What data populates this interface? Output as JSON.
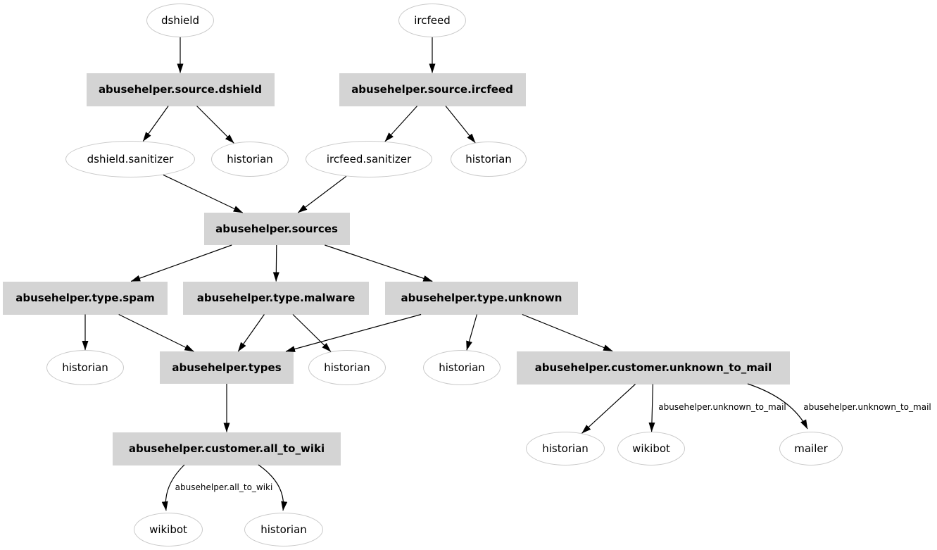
{
  "diagram": {
    "type": "directed-graph",
    "style": "graphviz-bot-network",
    "colors": {
      "background": "#ffffff",
      "box_fill": "#d4d4d4",
      "ellipse_fill": "#ffffff",
      "ellipse_border": "#c9c9c9",
      "edge": "#000000",
      "text": "#000000"
    },
    "nodes": [
      {
        "id": "dshield",
        "label": "dshield",
        "shape": "ellipse"
      },
      {
        "id": "ircfeed",
        "label": "ircfeed",
        "shape": "ellipse"
      },
      {
        "id": "src_dshield",
        "label": "abusehelper.source.dshield",
        "shape": "box"
      },
      {
        "id": "src_ircfeed",
        "label": "abusehelper.source.ircfeed",
        "shape": "box"
      },
      {
        "id": "dshield_sanitizer",
        "label": "dshield.sanitizer",
        "shape": "ellipse"
      },
      {
        "id": "historian1",
        "label": "historian",
        "shape": "ellipse"
      },
      {
        "id": "ircfeed_sanitizer",
        "label": "ircfeed.sanitizer",
        "shape": "ellipse"
      },
      {
        "id": "historian2",
        "label": "historian",
        "shape": "ellipse"
      },
      {
        "id": "sources",
        "label": "abusehelper.sources",
        "shape": "box"
      },
      {
        "id": "type_spam",
        "label": "abusehelper.type.spam",
        "shape": "box"
      },
      {
        "id": "type_malware",
        "label": "abusehelper.type.malware",
        "shape": "box"
      },
      {
        "id": "type_unknown",
        "label": "abusehelper.type.unknown",
        "shape": "box"
      },
      {
        "id": "historian3",
        "label": "historian",
        "shape": "ellipse"
      },
      {
        "id": "types",
        "label": "abusehelper.types",
        "shape": "box"
      },
      {
        "id": "historian4",
        "label": "historian",
        "shape": "ellipse"
      },
      {
        "id": "historian5",
        "label": "historian",
        "shape": "ellipse"
      },
      {
        "id": "unknown_to_mail",
        "label": "abusehelper.customer.unknown_to_mail",
        "shape": "box"
      },
      {
        "id": "all_to_wiki",
        "label": "abusehelper.customer.all_to_wiki",
        "shape": "box"
      },
      {
        "id": "historian6",
        "label": "historian",
        "shape": "ellipse"
      },
      {
        "id": "wikibot1",
        "label": "wikibot",
        "shape": "ellipse"
      },
      {
        "id": "mailer",
        "label": "mailer",
        "shape": "ellipse"
      },
      {
        "id": "wikibot2",
        "label": "wikibot",
        "shape": "ellipse"
      },
      {
        "id": "historian7",
        "label": "historian",
        "shape": "ellipse"
      }
    ],
    "edges": [
      {
        "from": "dshield",
        "to": "src_dshield"
      },
      {
        "from": "ircfeed",
        "to": "src_ircfeed"
      },
      {
        "from": "src_dshield",
        "to": "dshield_sanitizer"
      },
      {
        "from": "src_dshield",
        "to": "historian1"
      },
      {
        "from": "src_ircfeed",
        "to": "ircfeed_sanitizer"
      },
      {
        "from": "src_ircfeed",
        "to": "historian2"
      },
      {
        "from": "dshield_sanitizer",
        "to": "sources"
      },
      {
        "from": "ircfeed_sanitizer",
        "to": "sources"
      },
      {
        "from": "sources",
        "to": "type_spam"
      },
      {
        "from": "sources",
        "to": "type_malware"
      },
      {
        "from": "sources",
        "to": "type_unknown"
      },
      {
        "from": "type_spam",
        "to": "historian3"
      },
      {
        "from": "type_spam",
        "to": "types"
      },
      {
        "from": "type_malware",
        "to": "types"
      },
      {
        "from": "type_malware",
        "to": "historian4"
      },
      {
        "from": "type_unknown",
        "to": "types"
      },
      {
        "from": "type_unknown",
        "to": "historian5"
      },
      {
        "from": "type_unknown",
        "to": "unknown_to_mail"
      },
      {
        "from": "types",
        "to": "all_to_wiki"
      },
      {
        "from": "unknown_to_mail",
        "to": "historian6"
      },
      {
        "from": "unknown_to_mail",
        "to": "wikibot1",
        "label": "abusehelper.unknown_to_mail"
      },
      {
        "from": "unknown_to_mail",
        "to": "mailer",
        "label": "abusehelper.unknown_to_mail"
      },
      {
        "from": "all_to_wiki",
        "to": "wikibot2",
        "label": "abusehelper.all_to_wiki"
      },
      {
        "from": "all_to_wiki",
        "to": "historian7"
      }
    ]
  }
}
